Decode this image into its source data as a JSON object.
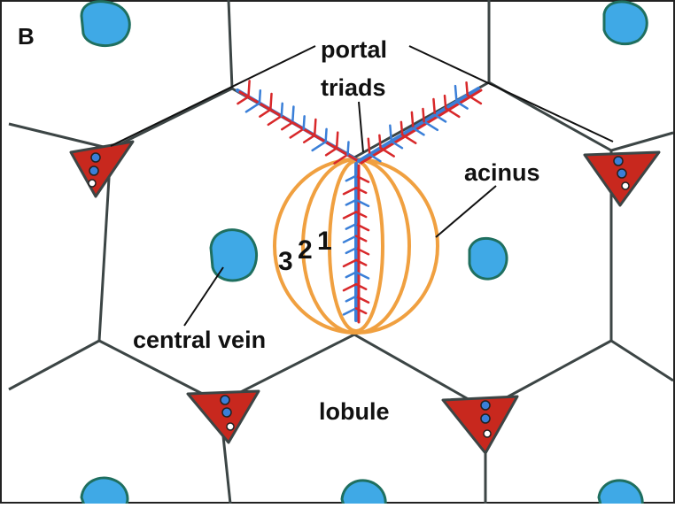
{
  "panel_letter": "B",
  "labels": {
    "portal": "portal",
    "triads": "triads",
    "acinus": "acinus",
    "central_vein": "central vein",
    "lobule": "lobule"
  },
  "zones": {
    "zone1": "1",
    "zone2": "2",
    "zone3": "3"
  },
  "colors": {
    "background": "#ffffff",
    "lobule_border": "#3c4545",
    "central_vein_fill": "#3fa9e6",
    "central_vein_stroke": "#1f6f5f",
    "portal_triad_fill": "#c8281e",
    "acinus_stroke": "#f0a040",
    "artery": "#d8282a",
    "vein_branch": "#3a7fd8"
  }
}
